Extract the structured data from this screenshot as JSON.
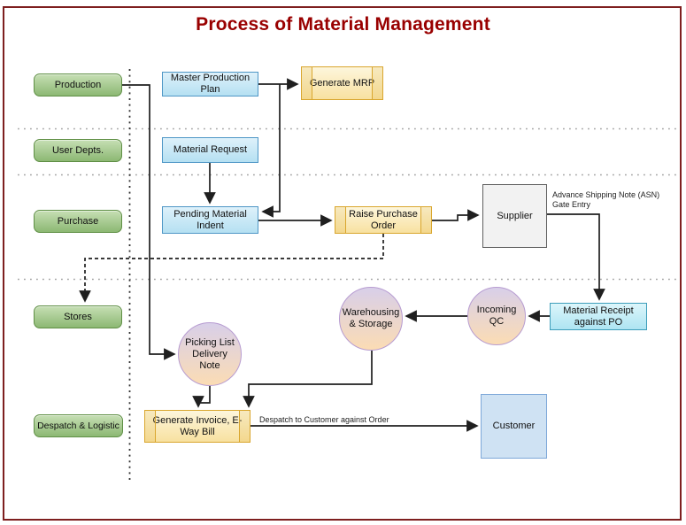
{
  "title": "Process of Material Management",
  "lanes": {
    "production": "Production",
    "user_depts": "User Depts.",
    "purchase": "Purchase",
    "stores": "Stores",
    "despatch": "Despatch & Logistic"
  },
  "nodes": {
    "master_production_plan": "Master Production Plan",
    "generate_mrp": "Generate MRP",
    "material_request": "Material Request",
    "pending_material_indent": "Pending Material Indent",
    "raise_purchase_order": "Raise Purchase Order",
    "supplier": "Supplier",
    "material_receipt": "Material Receipt against PO",
    "incoming_qc": "Incoming QC",
    "warehousing": "Warehousing & Storage",
    "picking_list": "Picking List Delivery Note",
    "generate_invoice": "Generate Invoice, E-Way Bill",
    "customer": "Customer"
  },
  "edge_labels": {
    "asn_line1": "Advance Shipping Note (ASN)",
    "asn_line2": "Gate Entry",
    "despatch_to_customer": "Despatch to Customer against Order"
  },
  "colors": {
    "page_border": "#7e1f1f",
    "title_red": "#990000",
    "lane_green_light": "#c6dfb4",
    "lane_green_dark": "#8cb873",
    "lane_green_border": "#5f8f45",
    "process_blue_light": "#def1fa",
    "process_blue_dark": "#b5e0f2",
    "process_blue_border": "#4f97c6",
    "predef_yellow_light": "#fdf6dc",
    "predef_yellow_dark": "#f8e1a0",
    "predef_yellow_border": "#d9a62e",
    "supplier_gray": "#f2f2f2",
    "supplier_border": "#5f5f5f",
    "customer_blue": "#cfe2f3",
    "customer_border": "#7da7d8",
    "receipt_cyan_light": "#dcf6fb",
    "receipt_cyan_dark": "#aee4f2",
    "receipt_border": "#3d9dba",
    "circle_lavender": "#d8cfe9",
    "circle_peach": "#fbdcb4",
    "circle_border": "#b79cd1",
    "connector": "#1f1f1f",
    "separator_gray": "#a3a3a3",
    "lane_line_dark": "#323232"
  }
}
